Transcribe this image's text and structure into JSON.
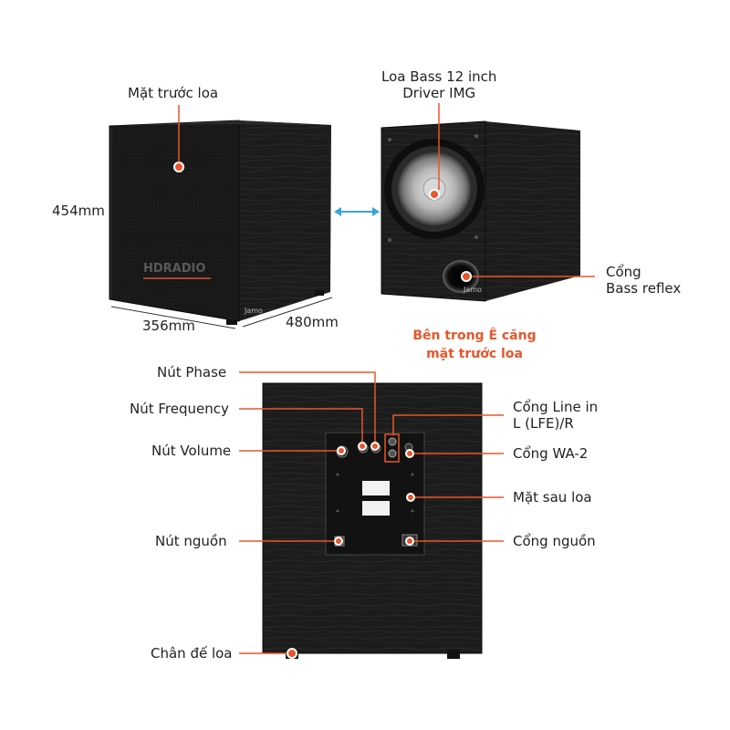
{
  "colors": {
    "accent": "#e8562a",
    "arrow_blue": "#3aa3d8",
    "wood": "#1e1e1e",
    "grille": "#141414"
  },
  "front_view": {
    "label": "Mặt trước loa",
    "height_dim": "454mm",
    "width_dim": "356mm",
    "depth_dim": "480mm",
    "watermark": "HDRADIO",
    "brand": "Jamo"
  },
  "inner_view": {
    "driver_label": "Loa Bass 12 inch\nDriver IMG",
    "port_label": "Cổng\nBass reflex",
    "note": "Bên trong Ê căng\nmặt trước loa",
    "brand": "Jamo"
  },
  "rear_view": {
    "callouts_left": [
      "Nút Phase",
      "Nút Frequency",
      "Nút Volume",
      "Nút nguồn",
      "Chân đế loa"
    ],
    "callouts_right": [
      "Cổng Line in\nL (LFE)/R",
      "Cổng WA-2",
      "Mặt sau loa",
      "Cổng nguồn"
    ]
  }
}
